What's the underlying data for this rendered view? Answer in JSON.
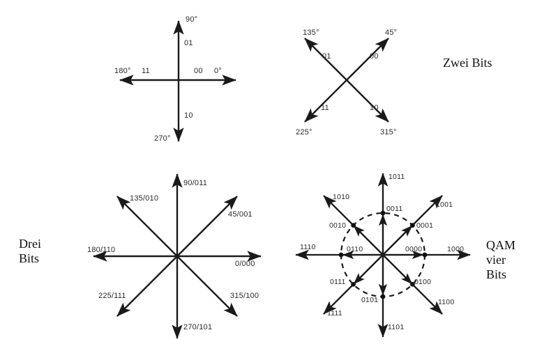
{
  "figure": {
    "title": "Phasendiagramme / Konstellationsdiagramme",
    "background_color": "#ffffff",
    "line_color": "#1a1a1a",
    "text_color": "#2a2a2a"
  },
  "captions": {
    "two_bits": "Zwei Bits",
    "three_bits_line1": "Drei",
    "three_bits_line2": "Bits",
    "qam_line1": "QAM",
    "qam_line2": "vier",
    "qam_line3": "Bits"
  },
  "chart_data": [
    {
      "type": "scatter",
      "name": "ein-bit-phasendiagramm",
      "title": "",
      "center": [
        256,
        115
      ],
      "points": [
        {
          "angle_deg": 0,
          "angle_label": "0°",
          "bits": "00"
        },
        {
          "angle_deg": 90,
          "angle_label": "90°",
          "bits": "01"
        },
        {
          "angle_deg": 180,
          "angle_label": "180°",
          "bits": "11"
        },
        {
          "angle_deg": 270,
          "angle_label": "270°",
          "bits": "10"
        }
      ]
    },
    {
      "type": "scatter",
      "name": "zwei-bit-phasendiagramm",
      "title": "Zwei Bits",
      "center": [
        497,
        115
      ],
      "points": [
        {
          "angle_deg": 45,
          "angle_label": "45°",
          "bits": "00"
        },
        {
          "angle_deg": 135,
          "angle_label": "135°",
          "bits": "01"
        },
        {
          "angle_deg": 225,
          "angle_label": "225°",
          "bits": "11"
        },
        {
          "angle_deg": 315,
          "angle_label": "315°",
          "bits": "10"
        }
      ]
    },
    {
      "type": "scatter",
      "name": "drei-bit-phasendiagramm",
      "title": "Drei Bits",
      "center": [
        254,
        368
      ],
      "points": [
        {
          "angle_deg": 0,
          "label": "0/000"
        },
        {
          "angle_deg": 45,
          "label": "45/001"
        },
        {
          "angle_deg": 90,
          "label": "90/011"
        },
        {
          "angle_deg": 135,
          "label": "135/010"
        },
        {
          "angle_deg": 180,
          "label": "180/110"
        },
        {
          "angle_deg": 225,
          "label": "225/111"
        },
        {
          "angle_deg": 270,
          "label": "270/101"
        },
        {
          "angle_deg": 315,
          "label": "315/100"
        }
      ]
    },
    {
      "type": "scatter",
      "name": "qam-vier-bit-konstellation",
      "title": "QAM vier Bits",
      "center": [
        549,
        366
      ],
      "inner_radius": 60,
      "outer_radius": 118,
      "dashed_circle": true,
      "points": [
        {
          "angle_deg": 0,
          "amplitude": "inner",
          "label": "0000"
        },
        {
          "angle_deg": 45,
          "amplitude": "inner",
          "label": "0001"
        },
        {
          "angle_deg": 90,
          "amplitude": "inner",
          "label": "0011"
        },
        {
          "angle_deg": 135,
          "amplitude": "inner",
          "label": "0010"
        },
        {
          "angle_deg": 180,
          "amplitude": "inner",
          "label": "0110"
        },
        {
          "angle_deg": 225,
          "amplitude": "inner",
          "label": "0111"
        },
        {
          "angle_deg": 270,
          "amplitude": "inner",
          "label": "0101"
        },
        {
          "angle_deg": 315,
          "amplitude": "inner",
          "label": "0100"
        },
        {
          "angle_deg": 0,
          "amplitude": "outer",
          "label": "1000"
        },
        {
          "angle_deg": 45,
          "amplitude": "outer",
          "label": "1001"
        },
        {
          "angle_deg": 90,
          "amplitude": "outer",
          "label": "1011"
        },
        {
          "angle_deg": 135,
          "amplitude": "outer",
          "label": "1010"
        },
        {
          "angle_deg": 180,
          "amplitude": "outer",
          "label": "1110"
        },
        {
          "angle_deg": 225,
          "amplitude": "outer",
          "label": "1111"
        },
        {
          "angle_deg": 270,
          "amplitude": "outer",
          "label": "1101"
        },
        {
          "angle_deg": 315,
          "amplitude": "outer",
          "label": "1100"
        }
      ]
    }
  ],
  "diagram1": {
    "deg_0": "0°",
    "deg_90": "90°",
    "deg_180": "180°",
    "deg_270": "270°",
    "bits_00": "00",
    "bits_01": "01",
    "bits_11": "11",
    "bits_10": "10"
  },
  "diagram2": {
    "deg_45": "45°",
    "deg_135": "135°",
    "deg_225": "225°",
    "deg_315": "315°",
    "bits_00": "00",
    "bits_01": "01",
    "bits_11": "11",
    "bits_10": "10"
  },
  "diagram3": {
    "l_0": "0/000",
    "l_45": "45/001",
    "l_90": "90/011",
    "l_135": "135/010",
    "l_180": "180/110",
    "l_225": "225/111",
    "l_270": "270/101",
    "l_315": "315/100"
  },
  "diagram4": {
    "i_0000": "0000",
    "i_0001": "0001",
    "i_0011": "0011",
    "i_0010": "0010",
    "i_0110": "0110",
    "i_0111": "0111",
    "i_0101": "0101",
    "i_0100": "0100",
    "o_1000": "1000",
    "o_1001": "1001",
    "o_1011": "1011",
    "o_1010": "1010",
    "o_1110": "1110",
    "o_1111": "1111",
    "o_1101": "1101",
    "o_1100": "1100"
  }
}
